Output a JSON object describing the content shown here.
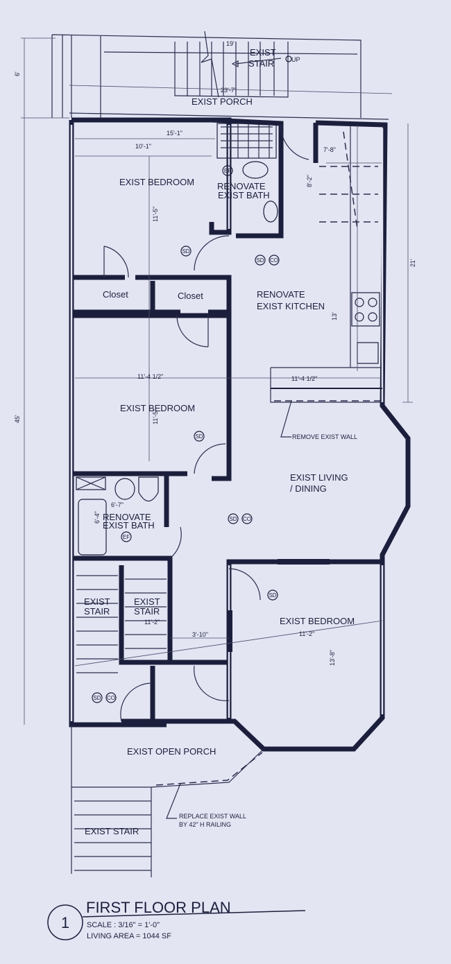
{
  "title": "FIRST FLOOR PLAN",
  "drawing_number": "1",
  "scale": "SCALE  : 3/16\" = 1'-0\"",
  "living_area": "LIVING AREA = 1044 SF",
  "rooms": {
    "porch_top": "EXIST PORCH",
    "stair_top_1": "EXIST",
    "stair_top_2": "STAIR",
    "up": "UP",
    "bedroom_1": "EXIST BEDROOM",
    "bath_1a": "RENOVATE",
    "bath_1b": "EXIST BATH",
    "closet_1": "Closet",
    "closet_2": "Closet",
    "kitchen_1": "RENOVATE",
    "kitchen_2": "EXIST KITCHEN",
    "bedroom_2": "EXIST BEDROOM",
    "living_1": "EXIST LIVING",
    "living_2": "/ DINING",
    "bath_2a": "RENOVATE",
    "bath_2b": "EXIST BATH",
    "stair_a1": "EXIST",
    "stair_a2": "STAIR",
    "stair_b1": "EXIST",
    "stair_b2": "STAIR",
    "bedroom_3": "EXIST BEDROOM",
    "open_porch": "EXIST OPEN PORCH",
    "stair_bottom": "EXIST STAIR"
  },
  "notes": {
    "remove_wall": "REMOVE EXIST WALL",
    "replace_wall_1": "REPLACE EXIST WALL",
    "replace_wall_2": "BY 42\" H RAILING"
  },
  "dimensions": {
    "d19": "19'",
    "d23_7": "23'-7\"",
    "d6": "6'",
    "d45": "45'",
    "d21": "21'",
    "d15_1": "15'-1\"",
    "d10_1": "10'-1\"",
    "d11_5a": "11'-5\"",
    "d7_8": "7'-8\"",
    "d8_2": "8'-2\"",
    "d13": "13'",
    "d11_4a": "11'-4 1/2\"",
    "d11_4b": "11'-4 1/2\"",
    "d11_5b": "11'-5\"",
    "d6_7": "6'-7\"",
    "d6_4": "6'-4\"",
    "d11_2a": "11'-2\"",
    "d3_10": "3'-10\"",
    "d11_2b": "11'-2\"",
    "d13_8": "13'-8\""
  },
  "symbols": {
    "smoke": "SD",
    "co": "CO",
    "fan": "EF"
  }
}
